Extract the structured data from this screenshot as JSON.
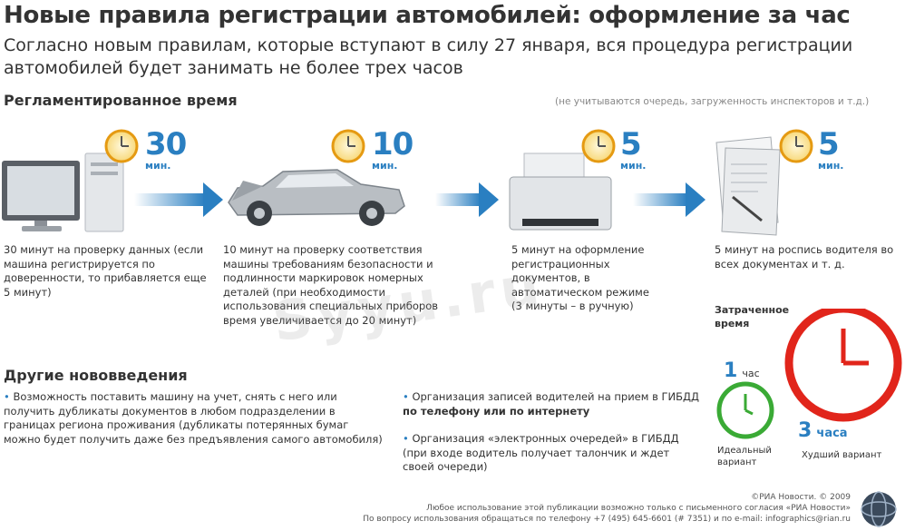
{
  "header": {
    "title": "Новые правила регистрации автомобилей: оформление за час",
    "subtitle": "Согласно новым правилам, которые вступают в силу 27 января, вся процедура регистрации автомобилей будет занимать не более трех часов"
  },
  "regulated": {
    "heading": "Регламентированное время",
    "note": "(не учитываются очередь, загруженность инспекторов и т.д.)",
    "steps": [
      {
        "icon": "computer-icon",
        "time": "30",
        "unit": "мин.",
        "desc": "30 минут на проверку данных (если машина регистрируется по доверенности, то прибавляется еще 5 минут)"
      },
      {
        "icon": "car-icon",
        "time": "10",
        "unit": "мин.",
        "desc": "10 минут на проверку соответствия машины требованиям безопасности и подлинности маркировок номерных деталей (при необходимости использования специальных приборов время увеличивается до 20 минут)"
      },
      {
        "icon": "printer-icon",
        "time": "5",
        "unit": "мин.",
        "desc": "5 минут на оформление регистрационных документов, в автоматическом режиме (3 минуты – в ручную)"
      },
      {
        "icon": "documents-icon",
        "time": "5",
        "unit": "мин.",
        "desc": "5 минут на роспись водителя во всех документах и т. д."
      }
    ]
  },
  "spent": {
    "heading": "Затраченное время",
    "best": {
      "value": "1",
      "unit": "час",
      "label": "Идеальный вариант"
    },
    "worst": {
      "value": "3",
      "unit": "часа",
      "label": "Худший вариант"
    },
    "colors": {
      "best": "#3aaa35",
      "worst": "#e1251b"
    }
  },
  "other": {
    "heading": "Другие нововведения",
    "left": [
      "Возможность поставить машину на учет, снять с него или получить дубликаты документов в любом подразделении в границах региона проживания (дубликаты потерянных бумаг можно будет получить даже без предъявления самого автомобиля)"
    ],
    "right": [
      {
        "text": "Организация записей водителей на прием в ГИБДД ",
        "bold": "по телефону или по интернету"
      },
      {
        "text": "Организация «электронных очередей» в ГИБДД (при входе водитель получает талончик и ждет своей очереди)",
        "bold": ""
      }
    ]
  },
  "footer": {
    "copyright": "©РИА Новости. © 2009",
    "line1": "Любое использование этой публикации возможно только с письменного согласия «РИА Новости»",
    "line2": "По вопросу использования обращаться по телефону +7 (495) 645-6601 (# 7351) и по e-mail: infographics@rian.ru"
  },
  "watermark": "Syyu.ru",
  "colors": {
    "accent": "#2a7fc1",
    "clock": "#f2a81d"
  }
}
